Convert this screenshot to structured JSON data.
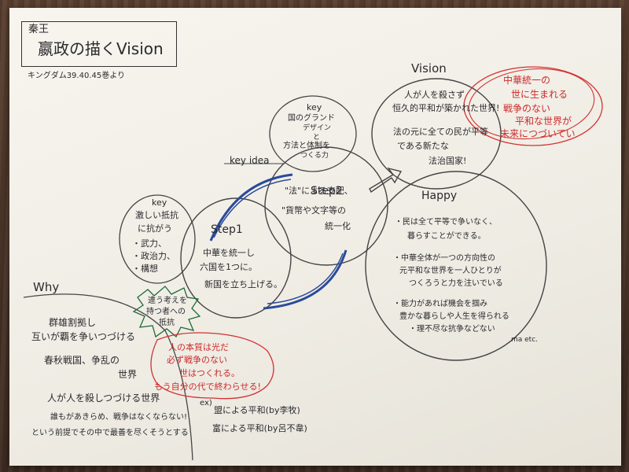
{
  "title": {
    "line1": "秦王",
    "line2": "嬴政の描くVision",
    "source": "キングダム39.40.45巻より"
  },
  "vision": {
    "label": "Vision",
    "lines": [
      "人が人を殺さず",
      "恒久的平和が築かれた世界!",
      "法の元に全ての民が平等",
      "である新たな",
      "法治国家!"
    ]
  },
  "vision_note": {
    "lines": [
      "中華統一の",
      "世に生まれる",
      "戦争のない",
      "平和な世界が",
      "未来につづいてい"
    ]
  },
  "key_top": {
    "label": "key",
    "lines": [
      "国のグランド",
      "デザイン",
      "と",
      "方法と体制を",
      "つくる力"
    ]
  },
  "key_idea": "key idea",
  "step2": {
    "label": "Step2",
    "lines": [
      "\"法\"による支配、",
      "\"貨幣や文字等の",
      "統一化"
    ]
  },
  "step1": {
    "label": "Step1",
    "lines": [
      "中華を統一し",
      "六国を1つに。",
      "新国を立ち上げる。"
    ]
  },
  "key_left": {
    "label": "key",
    "lines": [
      "激しい抵抗",
      "に抗がう",
      "・武力、",
      "・政治力、",
      "・構想"
    ]
  },
  "burst": {
    "lines": [
      "違う考えを",
      "持つ者への",
      "抵抗"
    ]
  },
  "why": {
    "label": "Why",
    "lines": [
      "群雄割拠し",
      "互いが覇を争いつづける",
      "春秋戦国、争乱の",
      "世界",
      "人が人を殺しつづける世界",
      "誰もがあきらめ、戦争はなくならない!",
      "という前提でその中で最善を尽くそうとする"
    ]
  },
  "nature": {
    "lines": [
      "人の本質は光だ",
      "必ず戦争のない",
      "世はつくれる。",
      "もう自分の代で終わらせる!"
    ]
  },
  "examples": {
    "prefix": "ex)",
    "lines": [
      "盟による平和(by李牧)",
      "富による平和(by呂不韋)"
    ]
  },
  "happy": {
    "label": "Happy",
    "lines": [
      "・民は全て平等で争いなく、",
      "暮らすことができる。",
      "・中華全体が一つの方向性の",
      "元平和な世界を一人ひとりが",
      "つくろうと力を注いでいる",
      "・能力があれば機会を掴み",
      "豊かな暮らしや人生を得られる",
      "・理不尽な抗争などない",
      "ma etc."
    ]
  },
  "colors": {
    "ink": "#2a2a2e",
    "blue": "#1f3a7a",
    "red": "#cc2a2a"
  }
}
